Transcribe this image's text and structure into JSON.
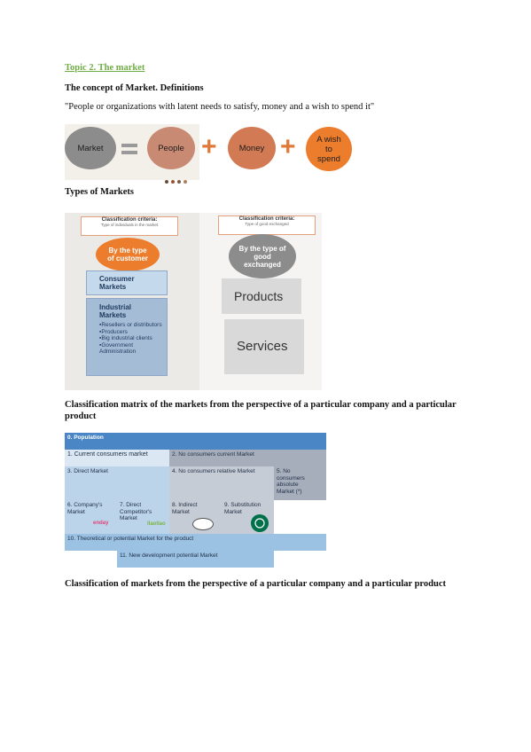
{
  "doc": {
    "topic": "Topic 2. The market",
    "concept_heading": "The concept of Market. Definitions",
    "definition_quote": "\"People or organizations with latent needs to satisfy, money and a wish to spend it\"",
    "types_heading": "Types of Markets",
    "matrix_heading": "Classification matrix of the markets from the perspective of a particular company and a particular product",
    "bottom_heading": "Classification of markets from the perspective of a particular company and a particular product"
  },
  "equation": {
    "market": "Market",
    "people": "People",
    "money": "Money",
    "wish": "A wish to spend"
  },
  "types_diagram": {
    "left": {
      "criteria_title": "Classification criteria:",
      "criteria_sub": "Type of individuals in the market",
      "oval": "By the type of customer",
      "consumer": "Consumer Markets",
      "industrial": "Industrial Markets",
      "industrial_items": [
        "Resellers or distributors",
        "Producers",
        "Big industrial clients",
        "Government Administration"
      ]
    },
    "right": {
      "criteria_title": "Classification criteria:",
      "criteria_sub": "Type of good exchanged",
      "oval": "By the type of good exchanged",
      "products": "Products",
      "services": "Services"
    }
  },
  "matrix": {
    "population": "0. Population",
    "c1": "1.  Current consumers market",
    "c2": "2. No consumers current Market",
    "c3": "3. Direct Market",
    "c4": "4. No consumers relative Market",
    "c5": "5. No consumers absolute Market (*)",
    "c6": "6. Company's Market",
    "c7": "7. Direct Competitor's Market",
    "c8": "8. Indirect Market",
    "c9": "9. Substitution Market",
    "c10": "10. Theoretical or potential Market for the product",
    "c11": "11. New development potential Market",
    "logo_a": "enday",
    "logo_b": "llaollao"
  },
  "colors": {
    "topic_green": "#70ad47",
    "orange": "#e07a3a",
    "gray_oval": "#8c8c8c",
    "salmon_oval": "#c98a73",
    "matrix_blue": "#4a86c5",
    "matrix_light": "#bcd4ea",
    "matrix_gray": "#a6aebb"
  }
}
